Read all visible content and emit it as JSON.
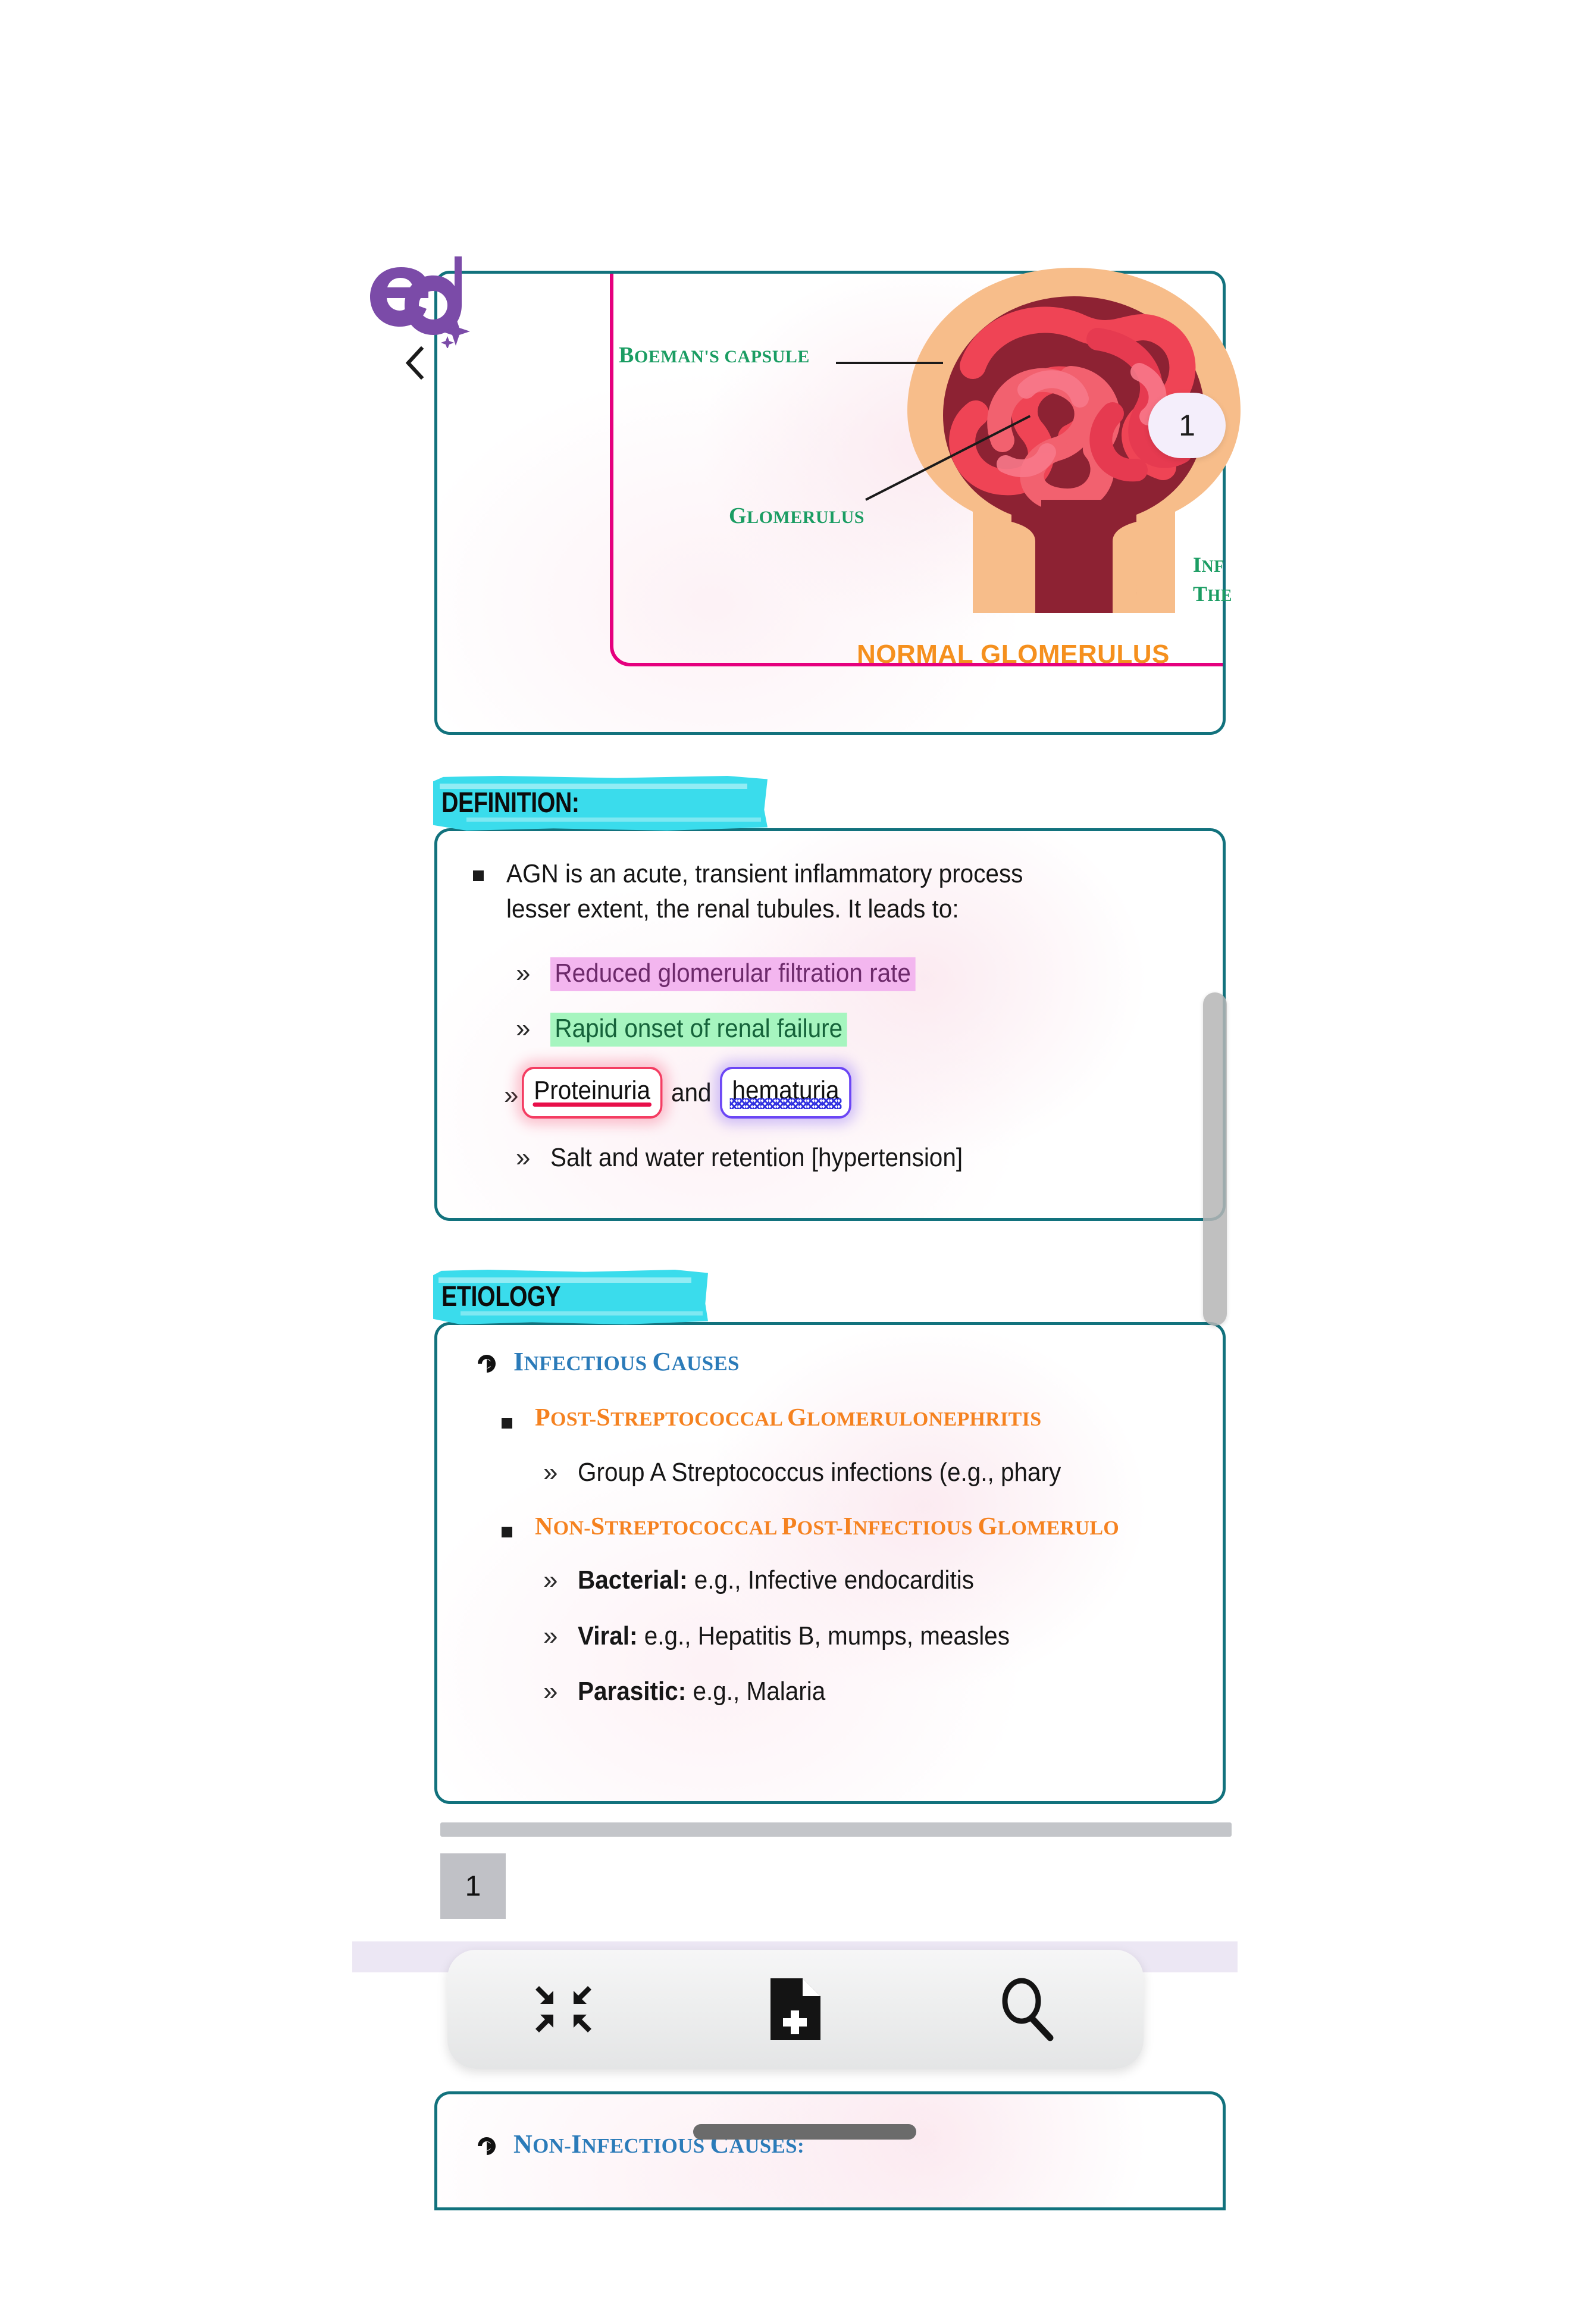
{
  "app": {
    "logo_alt": "ed-logo",
    "back_label": "Back"
  },
  "diagram": {
    "frame_color": "#e5007e",
    "label_bowman": "Boeman's capsule",
    "label_bowman_lead": "B",
    "label_bowman_rest": "OEMAN'S CAPSULE",
    "label_glomerulus_lead": "G",
    "label_glomerulus_rest": "LOMERULUS",
    "label_inflamed_line1_lead": "I",
    "label_inflamed_line1_rest": "NF",
    "label_inflamed_line2_lead": "T",
    "label_inflamed_line2_rest": "HE",
    "caption_normal": "NORMAL GLOMERULUS",
    "page_badge": "1"
  },
  "definition": {
    "heading": "DEFINITION:",
    "intro_line1": "AGN is an acute, transient inflammatory process",
    "intro_line2": "lesser extent, the renal tubules. It leads to:",
    "items": [
      {
        "text": "Reduced glomerular filtration rate",
        "style": "highlight-pink"
      },
      {
        "text": "Rapid onset of renal failure",
        "style": "highlight-green"
      },
      {
        "prefix": "Proteinuria",
        "middle": "and",
        "suffix": "hematuria",
        "style": "boxed-pair"
      },
      {
        "text": "Salt and water retention [hypertension]",
        "style": "plain"
      }
    ]
  },
  "etiology": {
    "heading": "ETIOLOGY",
    "group_lead": "I",
    "group_rest": "NFECTIOUS ",
    "group_lead2": "C",
    "group_rest2": "AUSES",
    "sub1_lead": "P",
    "sub1_rest": "OST-",
    "sub1_lead2": "S",
    "sub1_rest2": "TREPTOCOCCAL ",
    "sub1_lead3": "G",
    "sub1_rest3": "LOMERULONEPHRITIS",
    "sub1_item": "Group A Streptococcus infections (e.g., phary",
    "sub2_lead": "N",
    "sub2_rest": "ON-",
    "sub2_lead2": "S",
    "sub2_rest2": "TREPTOCOCCAL ",
    "sub2_lead3": "P",
    "sub2_rest3": "OST-",
    "sub2_lead4": "I",
    "sub2_rest4": "NFECTIOUS ",
    "sub2_lead5": "G",
    "sub2_rest5": "LOMERULO",
    "items": [
      {
        "bold": "Bacterial:",
        "text": " e.g., Infective endocarditis"
      },
      {
        "bold": "Viral:",
        "text": " e.g., Hepatitis B, mumps, measles"
      },
      {
        "bold": "Parasitic:",
        "text": " e.g., Malaria"
      }
    ]
  },
  "bottom_card": {
    "lead": "N",
    "rest": "ON-",
    "lead2": "I",
    "rest2": "NFECTIOUS ",
    "lead3": "C",
    "rest3": "AUSES:"
  },
  "page_thumb": {
    "number": "1"
  },
  "toolbar": {
    "buttons": [
      {
        "name": "fit-to-screen-icon",
        "label": "Fit to screen"
      },
      {
        "name": "add-page-icon",
        "label": "Add page"
      },
      {
        "name": "search-icon",
        "label": "Search"
      }
    ]
  },
  "colors": {
    "card_border": "#12727d",
    "brush": "#3adcec",
    "accent_orange": "#f58220",
    "accent_blue": "#2b7bb9",
    "accent_green": "#1b9d63",
    "magenta": "#e5007e",
    "logo_purple": "#7b4ba8"
  }
}
